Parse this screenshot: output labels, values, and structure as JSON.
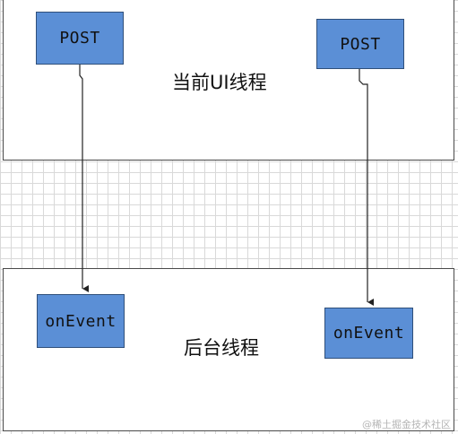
{
  "diagram": {
    "top_panel": {
      "label": "当前UI线程",
      "node_left": "POST",
      "node_right": "POST"
    },
    "bottom_panel": {
      "label": "后台线程",
      "node_left": "onEvent",
      "node_right": "onEvent"
    },
    "colors": {
      "node_fill": "#5b8fd6",
      "node_border": "#2f4f7a",
      "connector": "#222222",
      "grid": "#d9d9d9"
    }
  },
  "watermark": "@稀土掘金技术社区"
}
